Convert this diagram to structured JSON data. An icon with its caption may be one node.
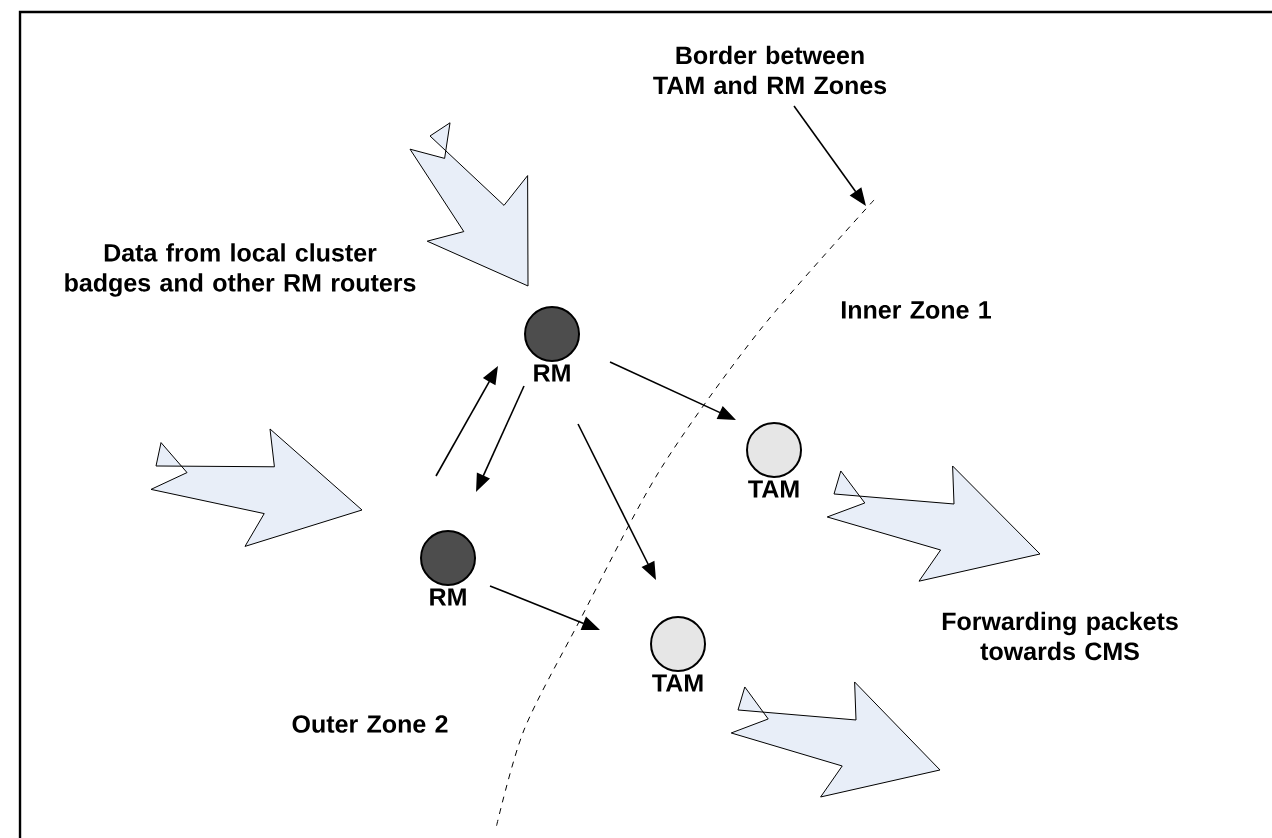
{
  "diagram": {
    "nodes": [
      {
        "text": [
          "RM"
        ]
      },
      {
        "text": [
          "RM"
        ]
      },
      {
        "text": [
          "TAM"
        ]
      },
      {
        "text": [
          "TAM"
        ]
      },
      {
        "text": [
          "Border between TAM and RM Zones"
        ]
      }
    ],
    "edges": [
      {
        "from": 1,
        "to": 0,
        "arrow": "to"
      },
      {
        "from": 0,
        "to": 1,
        "arrow": "to"
      },
      {
        "from": 0,
        "to": 2,
        "arrow": "to"
      },
      {
        "from": 0,
        "to": 3,
        "arrow": "to"
      },
      {
        "from": 1,
        "to": 3,
        "arrow": "to"
      },
      {
        "from": 4,
        "to": null,
        "arrow": "to"
      },
      {
        "from": null,
        "to": 0,
        "arrow": "to",
        "style": "thick",
        "color": "#e8eef8"
      },
      {
        "from": null,
        "to": 1,
        "arrow": "to",
        "style": "thick",
        "color": "#e8eef8"
      },
      {
        "from": 2,
        "to": null,
        "arrow": "to",
        "style": "thick",
        "color": "#e8eef8"
      },
      {
        "from": 3,
        "to": null,
        "arrow": "to",
        "style": "thick",
        "color": "#e8eef8"
      }
    ],
    "labels": [
      "Data from local cluster badges and other RM routers",
      "Inner Zone 1",
      "Outer Zone 2",
      "Forwarding packets towards CMS"
    ]
  }
}
